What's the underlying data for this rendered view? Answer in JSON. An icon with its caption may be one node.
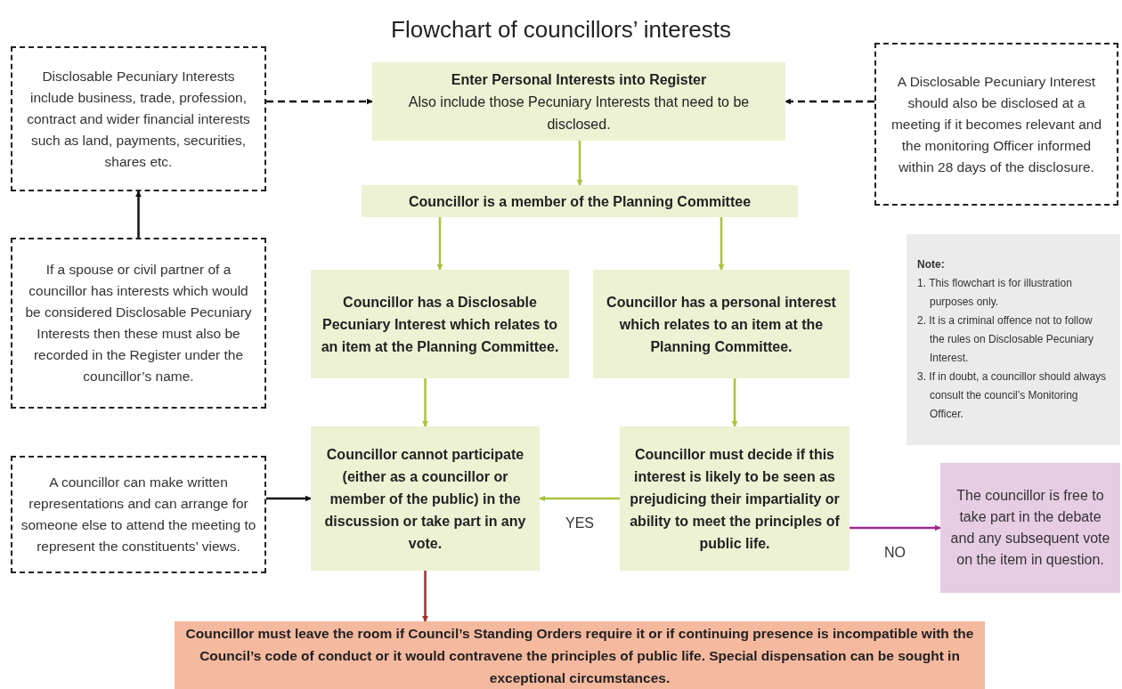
{
  "diagram": {
    "title": "Flowchart of councillors’ interests",
    "nodes": [
      {
        "text": [
          "Disclosable Pecuniary Interests include business, trade, profession, contract and wider financial interests such as land, payments, securities, shares etc."
        ]
      },
      {
        "text": [
          "Enter Personal Interests into Register",
          "Also include those Pecuniary Interests that need to be disclosed."
        ]
      },
      {
        "text": [
          "A Disclosable Pecuniary Interest should also be disclosed at a meeting if it becomes relevant and the monitoring Officer informed within 28 days of the disclosure."
        ]
      },
      {
        "text": [
          "Councillor is a member of the Planning Committee"
        ]
      },
      {
        "text": [
          "If a spouse or civil partner of a councillor has interests which would be considered Disclosable Pecuniary Interests then these must also be recorded in the Register under the councillor’s name."
        ]
      },
      {
        "text": [
          "Councillor has a Disclosable Pecuniary Interest which relates to an item at the Planning Committee."
        ]
      },
      {
        "text": [
          "Councillor has a personal interest which relates to an item at the Planning Committee."
        ]
      },
      {
        "text": [
          "Note:",
          "1. This flowchart is for illustration purposes only.",
          "2. It is a criminal offence not to follow the rules on Disclosable Pecuniary Interest.",
          "3. If in doubt, a councillor should always consult the council’s Monitoring Officer."
        ]
      },
      {
        "text": [
          "A councillor can make written representations and can arrange for someone else to attend the meeting to represent the constituents’ views."
        ]
      },
      {
        "text": [
          "Councillor cannot participate (either as a councillor or member of the public) in the discussion or take part in any vote."
        ]
      },
      {
        "text": [
          "Councillor must decide if this interest is likely to be seen as prejudicing their impartiality or ability to meet the principles of public life."
        ]
      },
      {
        "text": [
          "The councillor is free to take part in the debate and any subsequent vote on the item in question."
        ]
      },
      {
        "text": [
          "Councillor must leave the room if Council’s Standing Orders require it or if continuing presence is incompatible with the Council’s code of conduct or it would contravene the principles of public life. Special dispensation can be sought in exceptional circumstances."
        ]
      }
    ],
    "edges": [
      {
        "from": 0,
        "to": 1,
        "arrow": "to",
        "style": "dashed",
        "color": "#111111"
      },
      {
        "from": 2,
        "to": 1,
        "arrow": "to",
        "style": "dashed",
        "color": "#111111"
      },
      {
        "from": 1,
        "to": 3,
        "arrow": "to"
      },
      {
        "from": 3,
        "to": 5,
        "arrow": "to"
      },
      {
        "from": 3,
        "to": 6,
        "arrow": "to"
      },
      {
        "from": 4,
        "to": 0,
        "arrow": "to",
        "color": "#111111"
      },
      {
        "from": 5,
        "to": 9,
        "arrow": "to"
      },
      {
        "from": 6,
        "to": 10,
        "arrow": "to"
      },
      {
        "from": 8,
        "to": 9,
        "arrow": "to",
        "color": "#111111"
      },
      {
        "from": 10,
        "to": 9,
        "arrow": "to",
        "label": "YES"
      },
      {
        "from": 10,
        "to": 11,
        "arrow": "to",
        "label": "NO",
        "color": "#9c2a8f"
      },
      {
        "from": 9,
        "to": 12,
        "arrow": "to",
        "color": "#a6302a"
      }
    ]
  }
}
